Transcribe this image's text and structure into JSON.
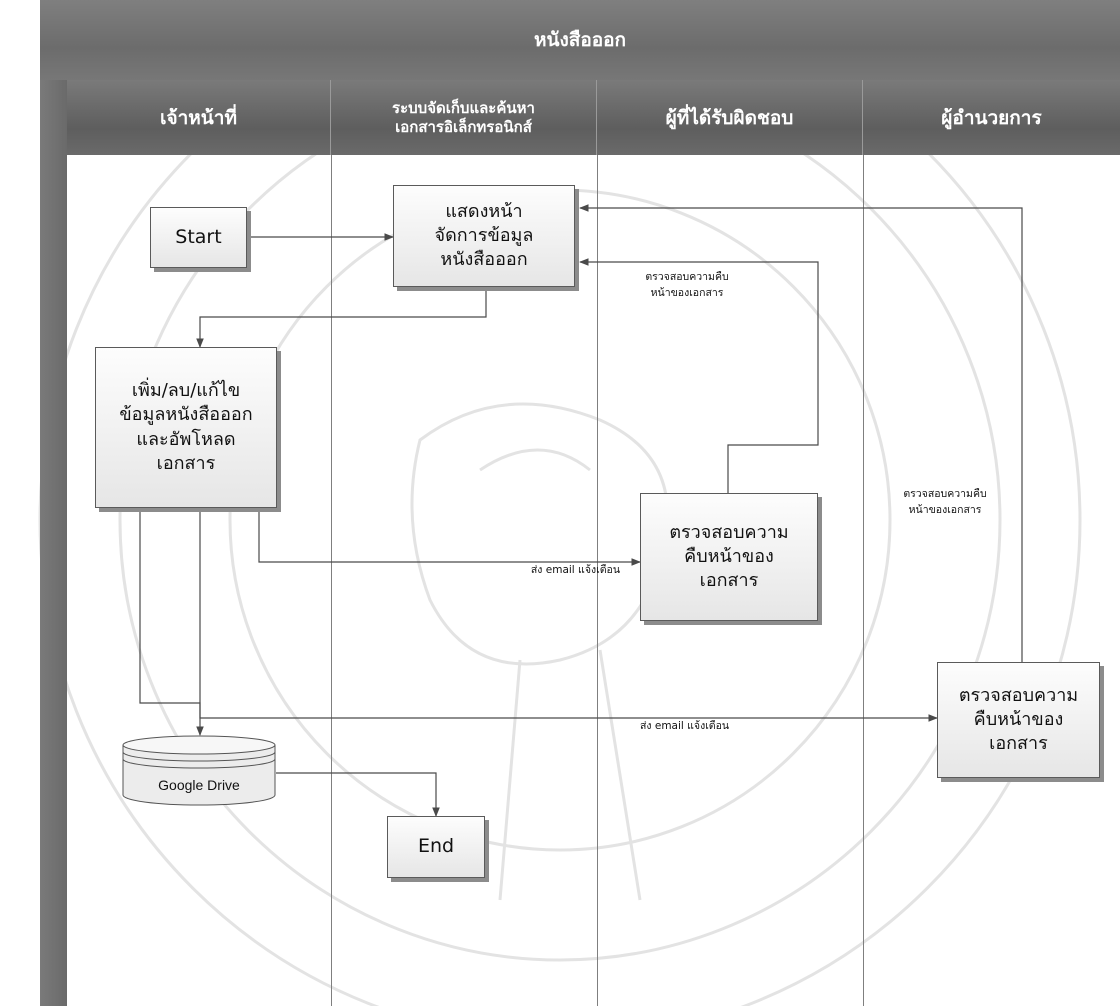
{
  "pool": {
    "title": "หนังสือออก"
  },
  "lanes": [
    {
      "title": "เจ้าหน้าที่"
    },
    {
      "title": "ระบบจัดเก็บและค้นหา\nเอกสารอิเล็กทรอนิกส์"
    },
    {
      "title": "ผู้ที่ได้รับผิดชอบ"
    },
    {
      "title": "ผู้อำนวยการ"
    }
  ],
  "nodes": {
    "start": "Start",
    "show_page": "แสดงหน้า\nจัดการข้อมูล\nหนังสือออก",
    "edit_data": "เพิ่ม/ลบ/แก้ไข\nข้อมูลหนังสือออก\nและอัพโหลด\nเอกสาร",
    "check_responsible": "ตรวจสอบความ\nคืบหน้าของ\nเอกสาร",
    "check_director": "ตรวจสอบความ\nคืบหน้าของ\nเอกสาร",
    "google_drive": "Google Drive",
    "end": "End"
  },
  "labels": {
    "progress_return_1": "ตรวจสอบความคืบ\nหน้าของเอกสาร",
    "progress_return_2": "ตรวจสอบความคืบ\nหน้าของเอกสาร",
    "email_1": "ส่ง email แจ้งเตือน",
    "email_2": "ส่ง email แจ้งเตือน"
  },
  "colors": {
    "header_gray": "#6c6c6c",
    "line": "#4a4a4a",
    "box_fill": "#eeeeee"
  }
}
